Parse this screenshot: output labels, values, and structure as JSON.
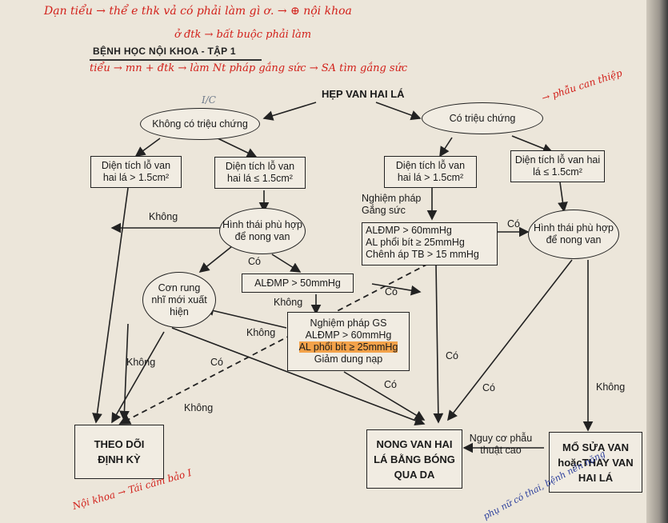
{
  "book": {
    "header": "BỆNH HỌC NỘI KHOA - TẬP 1"
  },
  "flowchart": {
    "title": "HẸP VAN HAI LÁ",
    "no_symptoms": "Không có triệu chứng",
    "symptoms": "Có triệu chứng",
    "area_gt_left": "Diện tích lỗ van hai lá > 1.5cm²",
    "area_le_left": "Diện tích lỗ van hai lá ≤ 1.5cm²",
    "area_gt_right": "Diện tích lỗ van hai lá > 1.5cm²",
    "area_le_right": "Diện tích lỗ van hai lá ≤ 1.5cm²",
    "morph_left": "Hình thái phù hợp để nong van",
    "morph_right": "Hình thái phù hợp để nong van",
    "af_new": "Cơn rung nhĩ mới xuất hiện",
    "aldmp_50": "ALĐMP > 50mmHg",
    "stress_test": "Nghiệm pháp Gắng sức",
    "criteria_lines": [
      "ALĐMP > 60mmHg",
      "AL phổi bít ≥ 25mmHg",
      "Chênh áp TB > 15 mmHg"
    ],
    "gs_lines": [
      "Nghiệm pháp GS",
      "ALĐMP > 60mmHg",
      "AL phổi bít ≥ 25mmHg",
      "Giảm dung nạp"
    ],
    "follow_up": "THEO DÕI ĐỊNH KỲ",
    "balloon": "NONG VAN HAI LÁ BẰNG BÓNG QUA DA",
    "surgery": "MỔ SỬA VAN hoặcTHAY VAN HAI LÁ",
    "surgical_risk": "Nguy cơ phẫu thuật cao",
    "yes": "Có",
    "no": "Không"
  },
  "annotations": {
    "red_top": "Dạn tiểu → thể e thk vả có phải làm gì ơ. → ⊕ nội khoa",
    "red_line2": "ở đtk → bất buộc phải làm",
    "red_line3": "tiểu → mn + đtk → làm Nt pháp gắng sức → SA tìm gắng sức",
    "red_right": "→ phẫu can thiệp",
    "red_bottom": "Nội khoa → Tái câm bảo I",
    "blue_bottom": "phụ nữ có thai, bệnh nền nặng",
    "pencil_ic": "I/C"
  }
}
